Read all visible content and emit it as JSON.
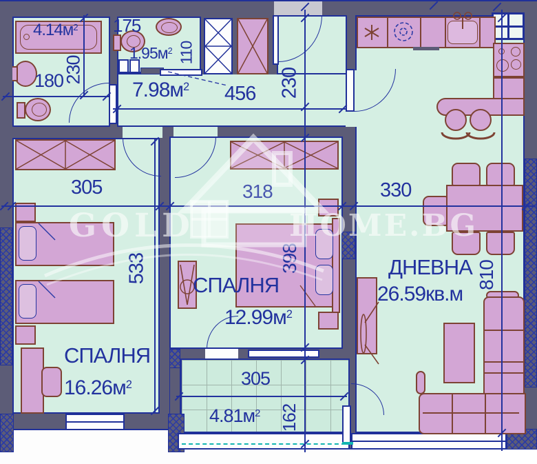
{
  "watermark": {
    "brand_left": "GOLD",
    "brand_right": "HOME.BG"
  },
  "rooms": {
    "bathroom": {
      "area": "4.14м",
      "area_sup": "2"
    },
    "wc": {
      "area": "1.95м",
      "area_sup": "2"
    },
    "hallway": {
      "area": "7.98м",
      "area_sup": "2"
    },
    "bedroom_center": {
      "name": "СПАЛНЯ",
      "area": "12.99м",
      "area_sup": "2"
    },
    "bedroom_left": {
      "name": "СПАЛНЯ",
      "area": "16.26м",
      "area_sup": "2"
    },
    "living_room": {
      "name": "ДНЕВНА",
      "area": "26.59кв.м"
    },
    "balcony": {
      "area": "4.81м",
      "area_sup": "2"
    }
  },
  "dimensions": {
    "bathroom_width": "180",
    "bathroom_depth": "230",
    "wc_width": "175",
    "wc_depth": "110",
    "hallway_width": "456",
    "entry_depth": "230",
    "bedroom_left_width": "305",
    "bedroom_left_depth": "533",
    "bedroom_center_width": "318",
    "bedroom_center_depth": "398",
    "living_width": "330",
    "living_depth": "810",
    "balcony_width": "305",
    "balcony_depth": "162"
  },
  "colors": {
    "wall": "#5c5c77",
    "line": "#22329e",
    "floor": "#d5efe3",
    "furniture": "#d3a6d5",
    "furniture_outline": "#7d4334",
    "railing_teal": "#12b5b1"
  }
}
